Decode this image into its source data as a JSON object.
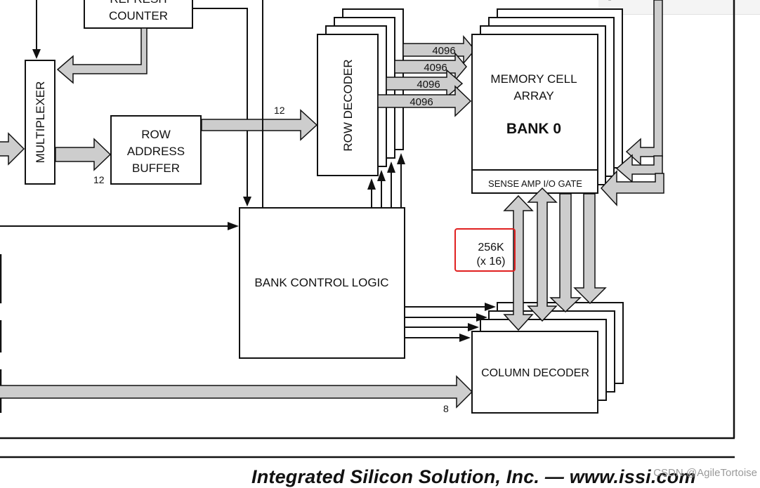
{
  "blocks": {
    "refresh_counter": [
      "REFRESH",
      "COUNTER"
    ],
    "multiplexer": "MULTIPLEXER",
    "row_address_buffer": [
      "ROW",
      "ADDRESS",
      "BUFFER"
    ],
    "row_decoder": "ROW DECODER",
    "memory_cell_array": [
      "MEMORY CELL",
      "ARRAY"
    ],
    "bank": "BANK 0",
    "sense_amp": "SENSE AMP I/O GATE",
    "bank_control_logic": "BANK CONTROL LOGIC",
    "column_decoder": "COLUMN DECODER"
  },
  "bus_labels": {
    "row_bus_width": "4096",
    "row_address_width": "12",
    "mux_to_buffer_width": "12",
    "column_address_width": "8"
  },
  "highlight": {
    "label": [
      "256K",
      "(x 16)"
    ],
    "color": "#e02020"
  },
  "footer": "Integrated Silicon Solution, Inc. — www.issi.com",
  "watermark": "CSDN @AgileTortoise",
  "colors": {
    "bus_fill": "#cdcdcd",
    "line": "#111111",
    "page": "#ffffff"
  }
}
